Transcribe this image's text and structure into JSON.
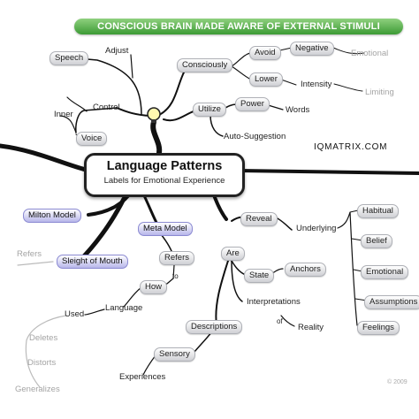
{
  "banner": "CONSCIOUS BRAIN MADE AWARE OF EXTERNAL STIMULI",
  "center": {
    "title": "Language Patterns",
    "subtitle": "Labels for Emotional Experience"
  },
  "website": "IQMATRIX.COM",
  "copyright": "© 2009",
  "colors": {
    "banner": "#3c9a35",
    "highlight": "#b7b6ea",
    "node": "#cfd0d4",
    "line": "#111111"
  },
  "nodes": [
    {
      "id": "speech",
      "label": "Speech",
      "style": "pill"
    },
    {
      "id": "adjust",
      "label": "Adjust",
      "style": "plain"
    },
    {
      "id": "control",
      "label": "Control",
      "style": "plain"
    },
    {
      "id": "inner",
      "label": "Inner",
      "style": "plain"
    },
    {
      "id": "voice",
      "label": "Voice",
      "style": "pill"
    },
    {
      "id": "consciously",
      "label": "Consciously",
      "style": "pill"
    },
    {
      "id": "avoid",
      "label": "Avoid",
      "style": "pill"
    },
    {
      "id": "negative",
      "label": "Negative",
      "style": "pill"
    },
    {
      "id": "emotional1",
      "label": "Emotional",
      "style": "faded"
    },
    {
      "id": "lower",
      "label": "Lower",
      "style": "pill"
    },
    {
      "id": "intensity",
      "label": "Intensity",
      "style": "plain"
    },
    {
      "id": "limiting",
      "label": "Limiting",
      "style": "faded"
    },
    {
      "id": "utilize",
      "label": "Utilize",
      "style": "pill"
    },
    {
      "id": "power",
      "label": "Power",
      "style": "pill"
    },
    {
      "id": "words",
      "label": "Words",
      "style": "plain"
    },
    {
      "id": "autosuggestion",
      "label": "Auto-Suggestion",
      "style": "plain"
    },
    {
      "id": "milton",
      "label": "Milton Model",
      "style": "blue"
    },
    {
      "id": "meta",
      "label": "Meta Model",
      "style": "blue"
    },
    {
      "id": "sleight",
      "label": "Sleight of Mouth",
      "style": "blue"
    },
    {
      "id": "refers1",
      "label": "Refers",
      "style": "faded"
    },
    {
      "id": "refers2",
      "label": "Refers",
      "style": "pill"
    },
    {
      "id": "to",
      "label": "to",
      "style": "plain"
    },
    {
      "id": "how",
      "label": "How",
      "style": "pill"
    },
    {
      "id": "language",
      "label": "Language",
      "style": "plain"
    },
    {
      "id": "used",
      "label": "Used",
      "style": "plain"
    },
    {
      "id": "deletes",
      "label": "Deletes",
      "style": "faded"
    },
    {
      "id": "distorts",
      "label": "Distorts",
      "style": "faded"
    },
    {
      "id": "generalizes",
      "label": "Generalizes",
      "style": "faded"
    },
    {
      "id": "reveal",
      "label": "Reveal",
      "style": "pill"
    },
    {
      "id": "underlying",
      "label": "Underlying",
      "style": "plain"
    },
    {
      "id": "are",
      "label": "Are",
      "style": "pill"
    },
    {
      "id": "state",
      "label": "State",
      "style": "pill"
    },
    {
      "id": "anchors",
      "label": "Anchors",
      "style": "pill"
    },
    {
      "id": "interpretations",
      "label": "Interpretations",
      "style": "plain"
    },
    {
      "id": "of",
      "label": "of",
      "style": "plain"
    },
    {
      "id": "reality",
      "label": "Reality",
      "style": "plain"
    },
    {
      "id": "descriptions",
      "label": "Descriptions",
      "style": "pill"
    },
    {
      "id": "sensory",
      "label": "Sensory",
      "style": "pill"
    },
    {
      "id": "experiences",
      "label": "Experiences",
      "style": "plain"
    },
    {
      "id": "habitual",
      "label": "Habitual",
      "style": "pill"
    },
    {
      "id": "belief",
      "label": "Belief",
      "style": "pill"
    },
    {
      "id": "emotional2",
      "label": "Emotional",
      "style": "pill"
    },
    {
      "id": "assumptions",
      "label": "Assumptions",
      "style": "pill"
    },
    {
      "id": "feelings",
      "label": "Feelings",
      "style": "pill"
    }
  ]
}
